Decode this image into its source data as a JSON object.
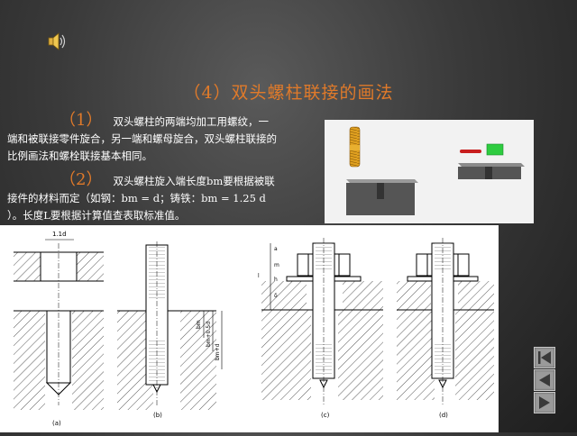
{
  "slide": {
    "title": "（4）双头螺柱联接的画法",
    "para1": {
      "num": "（1）",
      "text": "双头螺柱的两端均加工用螺纹，一端和被联接零件旋合，另一端和螺母旋合，双头螺柱联接的比例画法和螺栓联接基本相同。"
    },
    "para2": {
      "num": "（2）",
      "text": "双头螺柱旋入端长度bm要根据被联接件的材料而定（如钢：bm = d；铸铁：bm = 1.25 d ）。长度L要根据计算值查表取标准值。"
    }
  },
  "diagram": {
    "captions": [
      "(a)",
      "(b)",
      "(c)",
      "(d)"
    ],
    "dims": {
      "top": "1.1d",
      "b1": "bm",
      "b2": "bm+0.5d",
      "b3": "bm+d",
      "c1": "a",
      "c2": "m",
      "c3": "l",
      "c4": "h",
      "c5": "δ"
    }
  },
  "nav": {
    "first_icon": "first-slide-icon",
    "prev_icon": "previous-slide-icon",
    "next_icon": "next-slide-icon"
  },
  "colors": {
    "title": "#e07a2a",
    "bolt_3d": "#e0a020",
    "green_nut": "#2ecc40",
    "red_washer": "#c81e1e"
  }
}
